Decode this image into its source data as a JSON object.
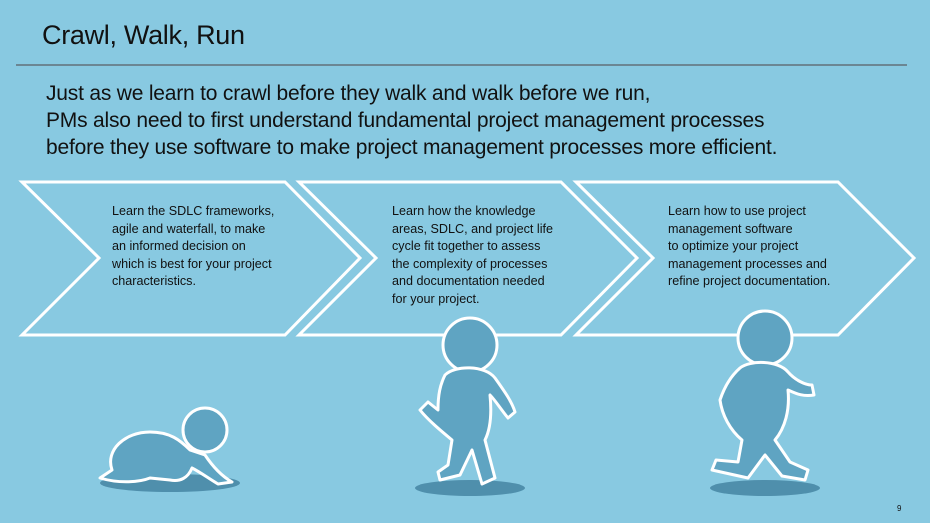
{
  "title": "Crawl, Walk, Run",
  "intro": [
    "Just as we learn to crawl before they walk and walk before we run,",
    "PMs also need to first understand fundamental project management processes",
    "before they use software to make project management processes more efficient."
  ],
  "steps": [
    {
      "label": "crawl",
      "text": "Learn the SDLC frameworks,\nagile and waterfall, to make\nan informed decision on\nwhich is best for your project\ncharacteristics."
    },
    {
      "label": "walk",
      "text": "Learn how the knowledge\nareas, SDLC, and project life\ncycle fit together to assess\nthe complexity of processes\nand documentation needed\nfor your project."
    },
    {
      "label": "run",
      "text": "Learn how to use project\nmanagement software\nto optimize your project\nmanagement processes and\nrefine project documentation."
    }
  ],
  "page_number": "9",
  "colors": {
    "background": "#88c9e1",
    "figure": "#5fa4c2",
    "shadow": "#4f8fac",
    "outline": "#ffffff"
  }
}
